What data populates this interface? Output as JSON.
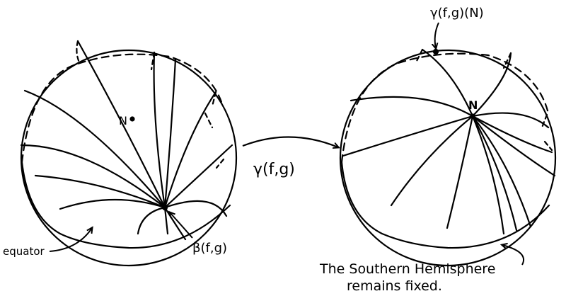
{
  "figure": {
    "left_sphere": {
      "north_label": "N",
      "equator_label": "equator",
      "point_label": "β(f,g)"
    },
    "map": {
      "label": "γ(f,g)"
    },
    "right_sphere": {
      "north_label": "N",
      "image_label": "γ(f,g)(N)",
      "caption_line1": "The Southern Hemisphere",
      "caption_line2": "remains fixed."
    }
  }
}
